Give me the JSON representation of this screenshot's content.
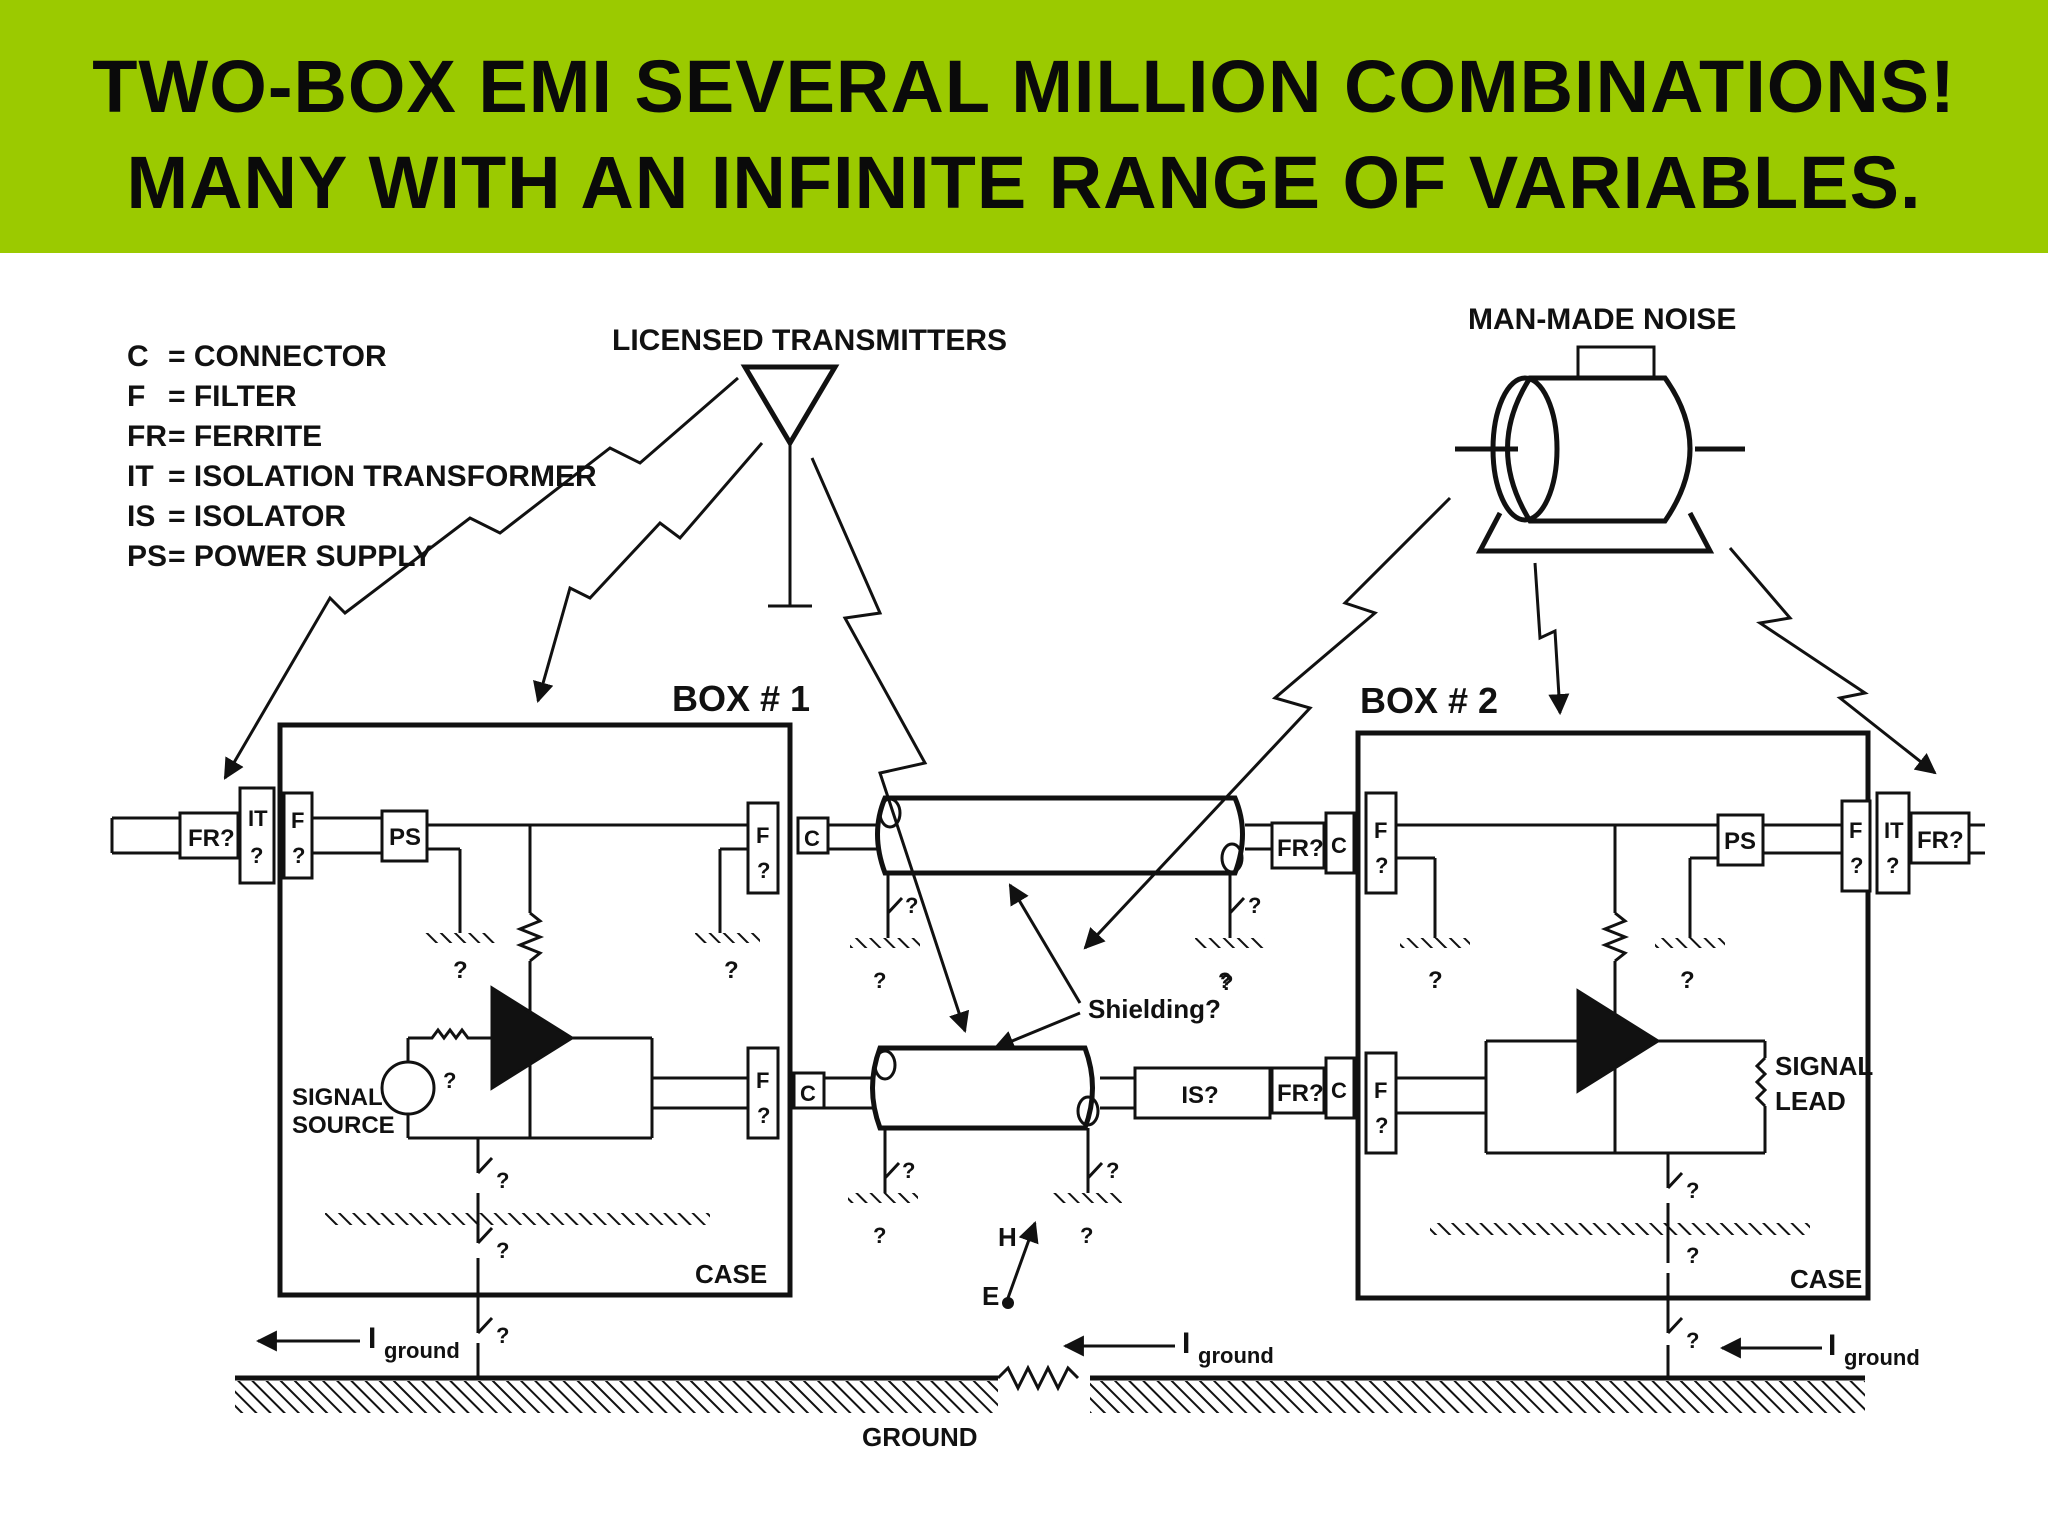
{
  "header": {
    "line1": "TWO-BOX EMI SEVERAL MILLION COMBINATIONS!",
    "line2": "MANY WITH AN INFINITE RANGE OF VARIABLES.",
    "bg_color": "#9bca00"
  },
  "legend": [
    {
      "abbr": "C",
      "def": "= CONNECTOR"
    },
    {
      "abbr": "F",
      "def": "= FILTER"
    },
    {
      "abbr": "FR",
      "def": "= FERRITE"
    },
    {
      "abbr": "IT",
      "def": "= ISOLATION TRANSFORMER"
    },
    {
      "abbr": "IS",
      "def": "= ISOLATOR"
    },
    {
      "abbr": "PS",
      "def": "= POWER SUPPLY"
    }
  ],
  "labels": {
    "licensed": "LICENSED TRANSMITTERS",
    "manmade": "MAN-MADE NOISE",
    "box1": "BOX # 1",
    "box2": "BOX # 2",
    "shielding": "Shielding?",
    "signal_source_1": "SIGNAL",
    "signal_source_2": "SOURCE",
    "signal_lead_1": "SIGNAL",
    "signal_lead_2": "LEAD",
    "case": "CASE",
    "ground": "GROUND",
    "iground": "I",
    "iground_sub": "ground",
    "h_field": "H",
    "e_field": "E",
    "q": "?"
  },
  "components": {
    "fr": "FR?",
    "it": "IT",
    "f": "F",
    "c": "C",
    "ps": "PS",
    "is": "IS?"
  }
}
